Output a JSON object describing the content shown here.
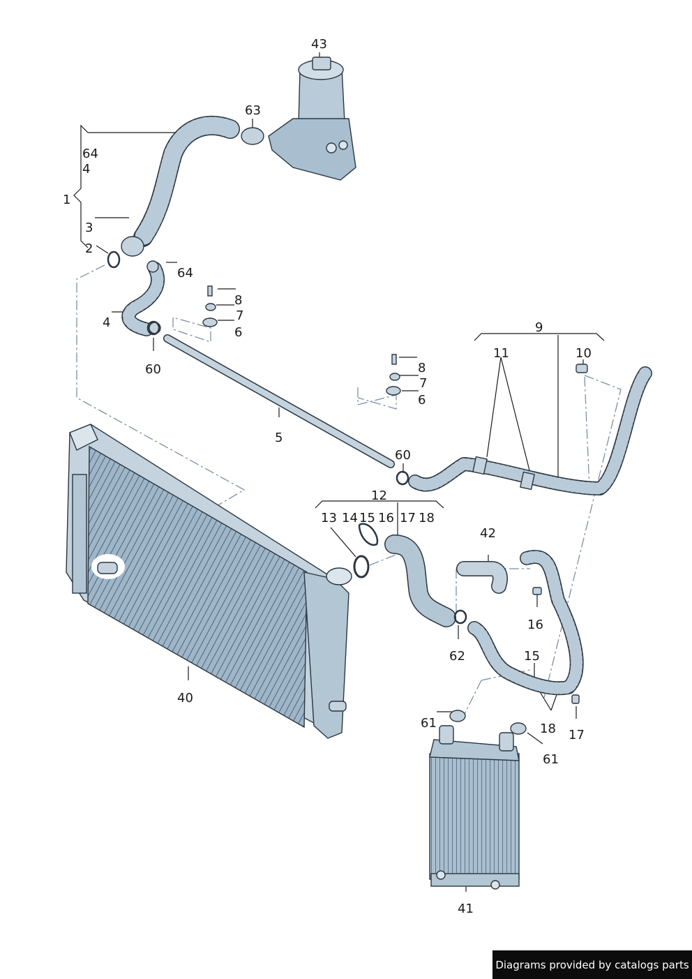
{
  "labels": {
    "n43": "43",
    "n63": "63",
    "n64a": "64",
    "n4a": "4",
    "n1": "1",
    "n3": "3",
    "n2": "2",
    "n64b": "64",
    "n4b": "4",
    "n8a": "8",
    "n7a": "7",
    "n6a": "6",
    "n60a": "60",
    "n5": "5",
    "n9": "9",
    "n11": "11",
    "n10": "10",
    "n8b": "8",
    "n7b": "7",
    "n6b": "6",
    "n60b": "60",
    "n12": "12",
    "n13": "13",
    "n14": "14",
    "n15a": "15",
    "n16a": "16",
    "n17a": "17",
    "n18a": "18",
    "n42": "42",
    "n16b": "16",
    "n62": "62",
    "n15b": "15",
    "n40": "40",
    "n61a": "61",
    "n18b": "18",
    "n17b": "17",
    "n61b": "61",
    "n41": "41"
  },
  "credit": "Diagrams provided by catalogs parts",
  "colors": {
    "part_fill": "#b9cbd8",
    "part_shade": "#8fa8ba",
    "outline": "#2b3640",
    "line": "#1a1a1a",
    "dash": "#7b8fa3"
  }
}
